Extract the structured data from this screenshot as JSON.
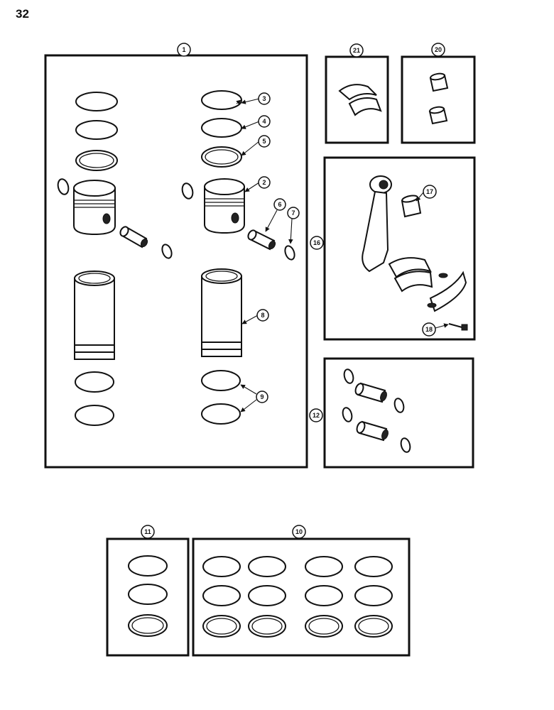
{
  "page": {
    "number": "32"
  },
  "callouts": {
    "c1": "1",
    "c2": "2",
    "c3": "3",
    "c4": "4",
    "c5": "5",
    "c6": "6",
    "c7": "7",
    "c8": "8",
    "c9": "9",
    "c10": "10",
    "c11": "11",
    "c12": "12",
    "c16": "16",
    "c17": "17",
    "c18": "18",
    "c20": "20",
    "c21": "21"
  }
}
